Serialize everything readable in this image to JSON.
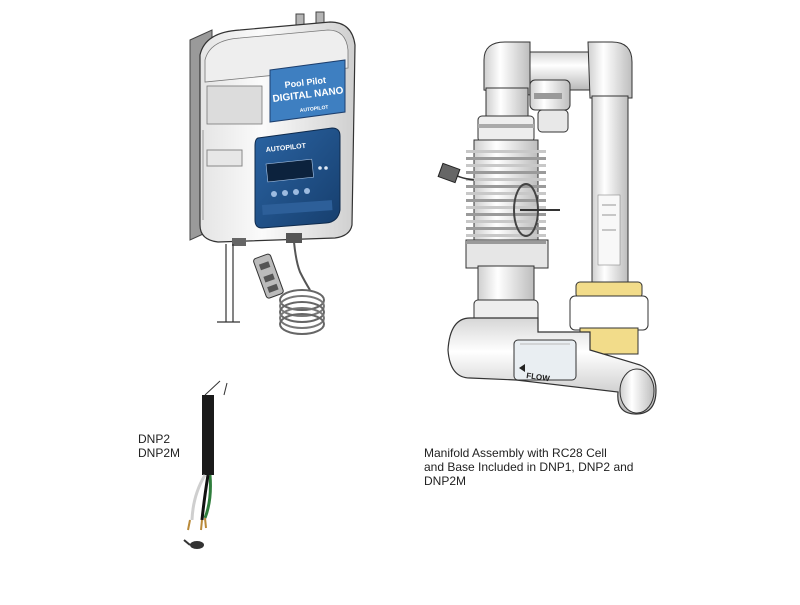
{
  "device": {
    "brand_top": "Pool Pilot",
    "brand_main": "DIGITAL NANO",
    "brand_sub": "AUTOPILOT",
    "panel_logo": "AUTOPILOT"
  },
  "manifold": {
    "flow_label": "FLOW"
  },
  "captions": {
    "model_line1": "DNP2",
    "model_line2": "DNP2M",
    "manifold_line1": "Manifold Assembly with RC28 Cell",
    "manifold_line2": "and Base Included in DNP1, DNP2 and",
    "manifold_line3": "DNP2M"
  },
  "colors": {
    "panel_blue": "#1f4f86",
    "label_blue": "#3e7fc1",
    "pipe_white": "#f3f3f3",
    "union_yellow": "#f2dc8a",
    "outline": "#333333"
  }
}
